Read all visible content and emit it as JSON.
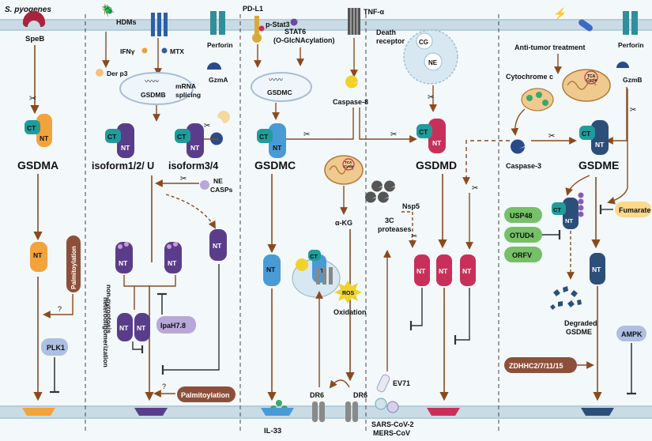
{
  "col1": {
    "organism": "S. pyogenes",
    "protease": "SpeB",
    "protein": "GSDMA",
    "ct": "CT",
    "nt": "NT",
    "nt_frag": "NT",
    "modifier": "Palmitoylation",
    "question": "?",
    "kinase": "PLK1"
  },
  "col2": {
    "mite": "HDMs",
    "derp3": "Der p3",
    "ifn": "IFNγ",
    "mtx": "MTX",
    "gene": "GSDMB",
    "splicing": "mRNA\nsplicing",
    "gzma": "GzmA",
    "perforin": "Perforin",
    "isoform_a": "isoform1/2/ U",
    "isoform_b": "isoform3/4",
    "ne": "NE",
    "casps": "CASPs",
    "nonpyro": "non-pyroptosis",
    "hetero": "heterooligomerization",
    "ipah": "IpaH7.8",
    "palm": "Palmitoylation",
    "question": "?",
    "ct": "CT",
    "nt": "NT"
  },
  "col3": {
    "pdl1": "PD-L1",
    "pstat3": "p-Stat3",
    "stat6": "STAT6\n(O-GlcNAcylation)",
    "gene": "GSDMC",
    "protein": "GSDMC",
    "tnf": "TNF-α",
    "casp8": "Caspase-8",
    "akg": "α-KG",
    "ros": "ROS",
    "oxidation": "Oxidation",
    "dr6a": "DR6",
    "dr6b": "DR6",
    "il33": "IL-33",
    "tca": "TCA\nCycle",
    "ct": "CT",
    "nt": "NT"
  },
  "col4": {
    "death_receptor": "Death\nreceptor",
    "cg": "CG",
    "ne": "NE",
    "protein": "GSDMD",
    "nsp5": "Nsp5",
    "c3": "3C\nproteases",
    "ev71": "EV71",
    "virus": "SARS-CoV-2\nMERS-CoV",
    "ct": "CT",
    "nt": "NT"
  },
  "col5": {
    "treatment": "Anti-tumor treatment",
    "perforin": "Perforin",
    "cytc": "Cytochrome c",
    "gzmb": "GzmB",
    "casp3": "Caspase-3",
    "protein": "GSDME",
    "fumarate": "Fumarate",
    "usp48": "USP48",
    "otud4": "OTUD4",
    "orfv": "ORFV",
    "degraded": "Degraded\nGSDME",
    "ampk": "AMPK",
    "zdhhc": "ZDHHC2/7/11/15",
    "tca": "TCA\nCycle",
    "ct": "CT",
    "nt": "NT"
  },
  "colors": {
    "gsdma": "#f2a33a",
    "gsdmb": "#5a3d8a",
    "gsdmc": "#4a9ad6",
    "gsdmd": "#c8305a",
    "gsdme": "#2c4f79",
    "ct": "#1f9c9c",
    "arrow": "#8b4a1e",
    "membrane": "#bcd3e0",
    "panel": "#f1f7f9"
  }
}
